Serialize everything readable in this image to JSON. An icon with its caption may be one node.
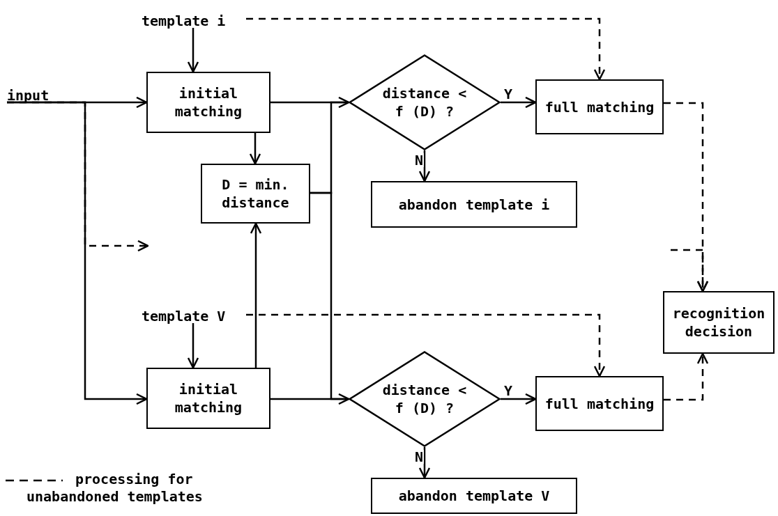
{
  "diagram": {
    "nodes": [
      {
        "text": [
          "input"
        ]
      },
      {
        "text": [
          "template i"
        ]
      },
      {
        "text": [
          "initial matching"
        ]
      },
      {
        "text": [
          "D = min. distance"
        ]
      },
      {
        "text": [
          "distance < f (D) ?"
        ]
      },
      {
        "text": [
          "full matching"
        ]
      },
      {
        "text": [
          "abandon template i"
        ]
      },
      {
        "text": [
          "recognition decision"
        ]
      },
      {
        "text": [
          "template V"
        ]
      },
      {
        "text": [
          "initial matching"
        ]
      },
      {
        "text": [
          "distance < f (D) ?"
        ]
      },
      {
        "text": [
          "full matching"
        ]
      },
      {
        "text": [
          "abandon template V"
        ]
      }
    ],
    "edges": [
      {
        "from": 0,
        "to": 2,
        "arrow": "to"
      },
      {
        "from": 0,
        "to": 9,
        "arrow": "to"
      },
      {
        "from": 0,
        "to": null,
        "arrow": "to",
        "style": "dashed"
      },
      {
        "from": 1,
        "to": 2,
        "arrow": "to"
      },
      {
        "from": 1,
        "to": 5,
        "arrow": "to",
        "style": "dashed"
      },
      {
        "from": 2,
        "to": 3,
        "arrow": "to"
      },
      {
        "from": 2,
        "to": 4,
        "arrow": "none"
      },
      {
        "from": 3,
        "to": 4,
        "arrow": "to"
      },
      {
        "from": 3,
        "to": 10,
        "arrow": "to"
      },
      {
        "from": 9,
        "to": 3,
        "arrow": "to"
      },
      {
        "from": 4,
        "to": 5,
        "arrow": "to",
        "label": "Y"
      },
      {
        "from": 4,
        "to": 6,
        "arrow": "to",
        "label": "N"
      },
      {
        "from": 5,
        "to": 7,
        "arrow": "to",
        "style": "dashed"
      },
      {
        "from": null,
        "to": 7,
        "arrow": "to",
        "style": "dashed"
      },
      {
        "from": 8,
        "to": 9,
        "arrow": "to"
      },
      {
        "from": 8,
        "to": 11,
        "arrow": "to",
        "style": "dashed"
      },
      {
        "from": 9,
        "to": 10,
        "arrow": "none"
      },
      {
        "from": 10,
        "to": 11,
        "arrow": "to",
        "label": "Y"
      },
      {
        "from": 10,
        "to": 12,
        "arrow": "to",
        "label": "N"
      },
      {
        "from": 11,
        "to": 7,
        "arrow": "to",
        "style": "dashed"
      }
    ],
    "legend": [
      {
        "text": "processing for unabandoned templates"
      }
    ]
  }
}
